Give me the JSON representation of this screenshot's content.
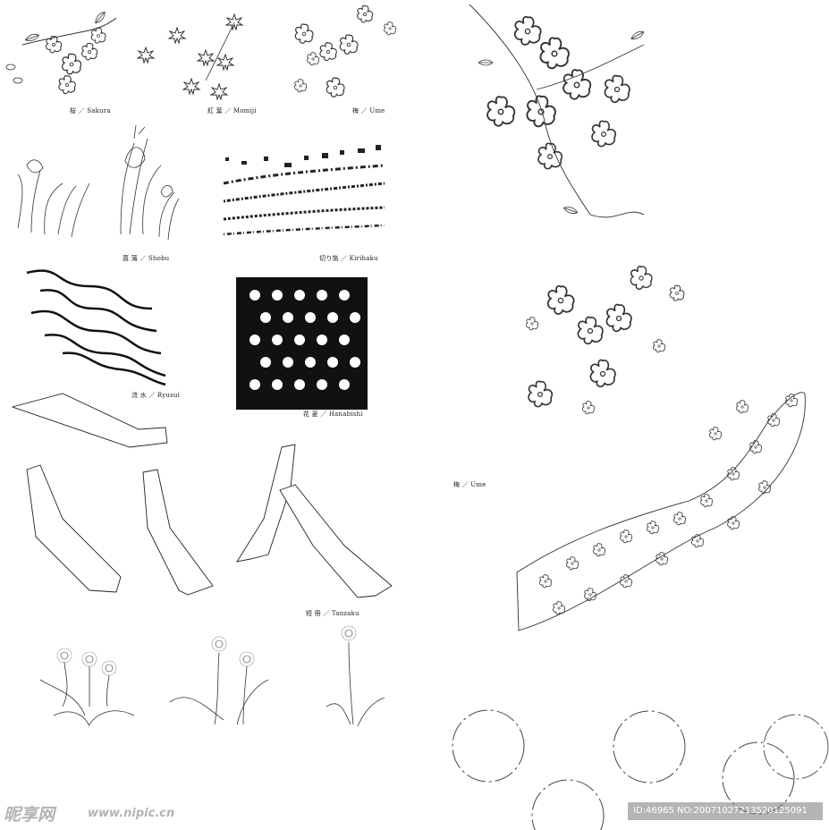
{
  "captions": {
    "sakura": "桜 ／ Sakura",
    "momiji": "紅 葉 ／ Momiji",
    "ume_top": "梅 ／ Ume",
    "shobu": "菖 蒲 ／ Shobu",
    "kirihaku": "切り箔 ／ Kirihaku",
    "ryusui": "流 水 ／ Ryusui",
    "hanabishi": "花 菱 ／ Hanabishi",
    "tanzaku": "短 冊 ／ Tanzaku",
    "ume_right": "梅 ／ Ume"
  },
  "watermark": {
    "site": "昵享网",
    "url": "www.nipic.cn",
    "id_text": "ID:46965 NO:20071027213520125091"
  }
}
